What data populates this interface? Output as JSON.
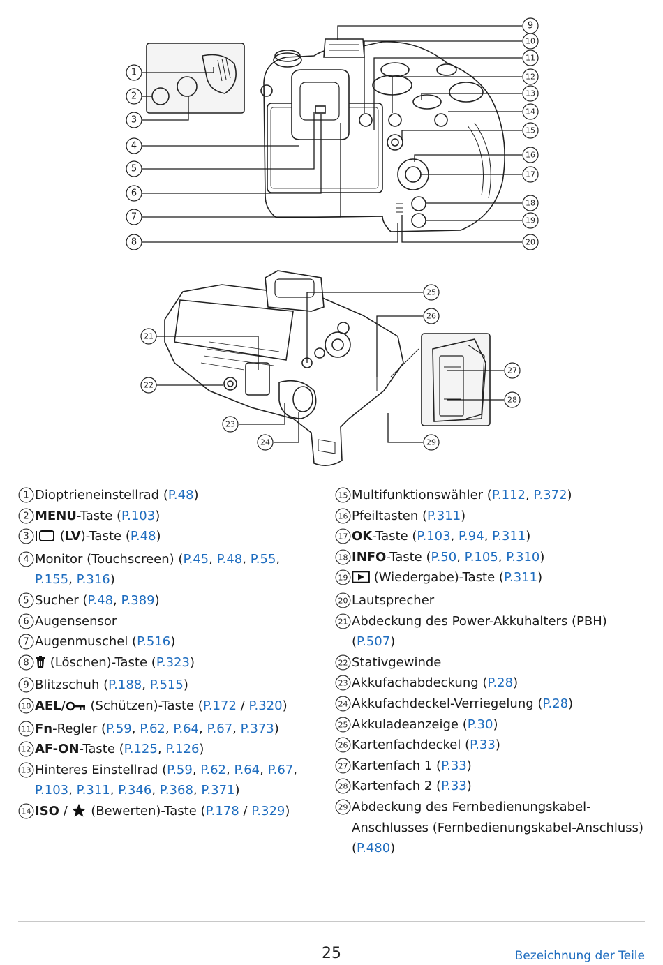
{
  "footer": {
    "page_number": "25",
    "section_title": "Bezeichnung der Teile"
  },
  "callout_numbers": [
    "1",
    "2",
    "3",
    "4",
    "5",
    "6",
    "7",
    "8",
    "9",
    "10",
    "11",
    "12",
    "13",
    "14",
    "15",
    "16",
    "17",
    "18",
    "19",
    "20",
    "21",
    "22",
    "23",
    "24",
    "25",
    "26",
    "27",
    "28",
    "29"
  ],
  "left_items": [
    {
      "n": "1",
      "parts": [
        {
          "t": "Dioptrieneinstellrad ("
        },
        {
          "t": "P.48",
          "ref": 1
        },
        {
          "t": ")"
        }
      ]
    },
    {
      "n": "2",
      "parts": [
        {
          "t": "MENU",
          "b": 1
        },
        {
          "t": "-Taste ("
        },
        {
          "t": "P.103",
          "ref": 1
        },
        {
          "t": ")"
        }
      ]
    },
    {
      "n": "3",
      "parts": [
        {
          "icon": "lv-icon"
        },
        {
          "t": " ("
        },
        {
          "t": "LV",
          "b": 1
        },
        {
          "t": ")-Taste ("
        },
        {
          "t": "P.48",
          "ref": 1
        },
        {
          "t": ")"
        }
      ]
    },
    {
      "n": "4",
      "parts": [
        {
          "t": "Monitor (Touchscreen) ("
        },
        {
          "t": "P.45",
          "ref": 1
        },
        {
          "t": ", "
        },
        {
          "t": "P.48",
          "ref": 1
        },
        {
          "t": ", "
        },
        {
          "t": "P.55",
          "ref": 1
        },
        {
          "t": ", "
        },
        {
          "t": "P.155",
          "ref": 1
        },
        {
          "t": ", "
        },
        {
          "t": "P.316",
          "ref": 1
        },
        {
          "t": ")"
        }
      ]
    },
    {
      "n": "5",
      "parts": [
        {
          "t": "Sucher ("
        },
        {
          "t": "P.48",
          "ref": 1
        },
        {
          "t": ", "
        },
        {
          "t": "P.389",
          "ref": 1
        },
        {
          "t": ")"
        }
      ]
    },
    {
      "n": "6",
      "parts": [
        {
          "t": "Augensensor"
        }
      ]
    },
    {
      "n": "7",
      "parts": [
        {
          "t": "Augenmuschel ("
        },
        {
          "t": "P.516",
          "ref": 1
        },
        {
          "t": ")"
        }
      ]
    },
    {
      "n": "8",
      "parts": [
        {
          "icon": "trash-icon"
        },
        {
          "t": " (Löschen)-Taste ("
        },
        {
          "t": "P.323",
          "ref": 1
        },
        {
          "t": ")"
        }
      ]
    },
    {
      "n": "9",
      "parts": [
        {
          "t": "Blitzschuh ("
        },
        {
          "t": "P.188",
          "ref": 1
        },
        {
          "t": ", "
        },
        {
          "t": "P.515",
          "ref": 1
        },
        {
          "t": ")"
        }
      ]
    },
    {
      "n": "10",
      "parts": [
        {
          "t": "AEL",
          "b": 1
        },
        {
          "t": "/"
        },
        {
          "icon": "key-icon"
        },
        {
          "t": " (Schützen)-Taste ("
        },
        {
          "t": "P.172",
          "ref": 1
        },
        {
          "t": " / "
        },
        {
          "t": "P.320",
          "ref": 1
        },
        {
          "t": ")"
        }
      ]
    },
    {
      "n": "11",
      "parts": [
        {
          "t": "Fn",
          "b": 1
        },
        {
          "t": "-Regler ("
        },
        {
          "t": "P.59",
          "ref": 1
        },
        {
          "t": ", "
        },
        {
          "t": "P.62",
          "ref": 1
        },
        {
          "t": ", "
        },
        {
          "t": "P.64",
          "ref": 1
        },
        {
          "t": ", "
        },
        {
          "t": "P.67",
          "ref": 1
        },
        {
          "t": ", "
        },
        {
          "t": "P.373",
          "ref": 1
        },
        {
          "t": ")"
        }
      ]
    },
    {
      "n": "12",
      "parts": [
        {
          "t": "AF-ON",
          "b": 1
        },
        {
          "t": "-Taste ("
        },
        {
          "t": "P.125",
          "ref": 1
        },
        {
          "t": ", "
        },
        {
          "t": "P.126",
          "ref": 1
        },
        {
          "t": ")"
        }
      ]
    },
    {
      "n": "13",
      "parts": [
        {
          "t": "Hinteres Einstellrad ("
        },
        {
          "t": "P.59",
          "ref": 1
        },
        {
          "t": ", "
        },
        {
          "t": "P.62",
          "ref": 1
        },
        {
          "t": ", "
        },
        {
          "t": "P.64",
          "ref": 1
        },
        {
          "t": ", "
        },
        {
          "t": "P.67",
          "ref": 1
        },
        {
          "t": ", "
        },
        {
          "t": "P.103",
          "ref": 1
        },
        {
          "t": ", "
        },
        {
          "t": "P.311",
          "ref": 1
        },
        {
          "t": ", "
        },
        {
          "t": "P.346",
          "ref": 1
        },
        {
          "t": ", "
        },
        {
          "t": "P.368",
          "ref": 1
        },
        {
          "t": ", "
        },
        {
          "t": "P.371",
          "ref": 1
        },
        {
          "t": ")"
        }
      ]
    },
    {
      "n": "14",
      "parts": [
        {
          "t": "ISO",
          "b": 1
        },
        {
          "t": " / "
        },
        {
          "icon": "star-icon"
        },
        {
          "t": " (Bewerten)-Taste ("
        },
        {
          "t": "P.178",
          "ref": 1
        },
        {
          "t": " / "
        },
        {
          "t": "P.329",
          "ref": 1
        },
        {
          "t": ")"
        }
      ]
    }
  ],
  "right_items": [
    {
      "n": "15",
      "parts": [
        {
          "t": "Multifunktionswähler ("
        },
        {
          "t": "P.112",
          "ref": 1
        },
        {
          "t": ", "
        },
        {
          "t": "P.372",
          "ref": 1
        },
        {
          "t": ")"
        }
      ]
    },
    {
      "n": "16",
      "parts": [
        {
          "t": "Pfeiltasten ("
        },
        {
          "t": "P.311",
          "ref": 1
        },
        {
          "t": ")"
        }
      ]
    },
    {
      "n": "17",
      "parts": [
        {
          "t": "OK",
          "b": 1
        },
        {
          "t": "-Taste ("
        },
        {
          "t": "P.103",
          "ref": 1
        },
        {
          "t": ", "
        },
        {
          "t": "P.94",
          "ref": 1
        },
        {
          "t": ", "
        },
        {
          "t": "P.311",
          "ref": 1
        },
        {
          "t": ")"
        }
      ]
    },
    {
      "n": "18",
      "parts": [
        {
          "t": "INFO",
          "b": 1
        },
        {
          "t": "-Taste ("
        },
        {
          "t": "P.50",
          "ref": 1
        },
        {
          "t": ", "
        },
        {
          "t": "P.105",
          "ref": 1
        },
        {
          "t": ", "
        },
        {
          "t": "P.310",
          "ref": 1
        },
        {
          "t": ")"
        }
      ]
    },
    {
      "n": "19",
      "parts": [
        {
          "icon": "play-icon"
        },
        {
          "t": " (Wiedergabe)-Taste ("
        },
        {
          "t": "P.311",
          "ref": 1
        },
        {
          "t": ")"
        }
      ]
    },
    {
      "n": "20",
      "parts": [
        {
          "t": "Lautsprecher"
        }
      ]
    },
    {
      "n": "21",
      "parts": [
        {
          "t": "Abdeckung des Power-Akkuhalters (PBH) ("
        },
        {
          "t": "P.507",
          "ref": 1
        },
        {
          "t": ")"
        }
      ]
    },
    {
      "n": "22",
      "parts": [
        {
          "t": "Stativgewinde"
        }
      ]
    },
    {
      "n": "23",
      "parts": [
        {
          "t": "Akkufachabdeckung ("
        },
        {
          "t": "P.28",
          "ref": 1
        },
        {
          "t": ")"
        }
      ]
    },
    {
      "n": "24",
      "parts": [
        {
          "t": "Akkufachdeckel-Verriegelung ("
        },
        {
          "t": "P.28",
          "ref": 1
        },
        {
          "t": ")"
        }
      ]
    },
    {
      "n": "25",
      "parts": [
        {
          "t": "Akkuladeanzeige ("
        },
        {
          "t": "P.30",
          "ref": 1
        },
        {
          "t": ")"
        }
      ]
    },
    {
      "n": "26",
      "parts": [
        {
          "t": "Kartenfachdeckel ("
        },
        {
          "t": "P.33",
          "ref": 1
        },
        {
          "t": ")"
        }
      ]
    },
    {
      "n": "27",
      "parts": [
        {
          "t": "Kartenfach 1 ("
        },
        {
          "t": "P.33",
          "ref": 1
        },
        {
          "t": ")"
        }
      ]
    },
    {
      "n": "28",
      "parts": [
        {
          "t": "Kartenfach 2 ("
        },
        {
          "t": "P.33",
          "ref": 1
        },
        {
          "t": ")"
        }
      ]
    },
    {
      "n": "29",
      "parts": [
        {
          "t": "Abdeckung des Fernbedienungskabel-Anschlusses (Fernbedienungskabel-Anschluss) ("
        },
        {
          "t": "P.480",
          "ref": 1
        },
        {
          "t": ")"
        }
      ]
    }
  ]
}
